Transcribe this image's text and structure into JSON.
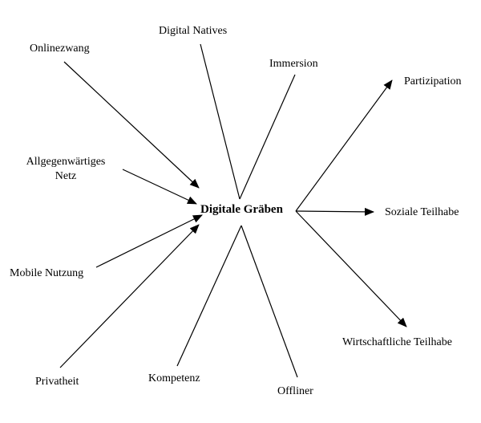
{
  "diagram": {
    "center": "Digitale Gräben",
    "nodes": {
      "digital_natives": "Digital Natives",
      "onlinezwang": "Onlinezwang",
      "immersion": "Immersion",
      "partizipation": "Partizipation",
      "allgegenwaertiges_line1": "Allgegenwärtiges",
      "allgegenwaertiges_line2": "Netz",
      "soziale_teilhabe": "Soziale Teilhabe",
      "mobile_nutzung": "Mobile Nutzung",
      "wirtschaftliche_teilhabe": "Wirtschaftliche Teilhabe",
      "privatheit": "Privatheit",
      "kompetenz": "Kompetenz",
      "offliner": "Offliner"
    }
  }
}
